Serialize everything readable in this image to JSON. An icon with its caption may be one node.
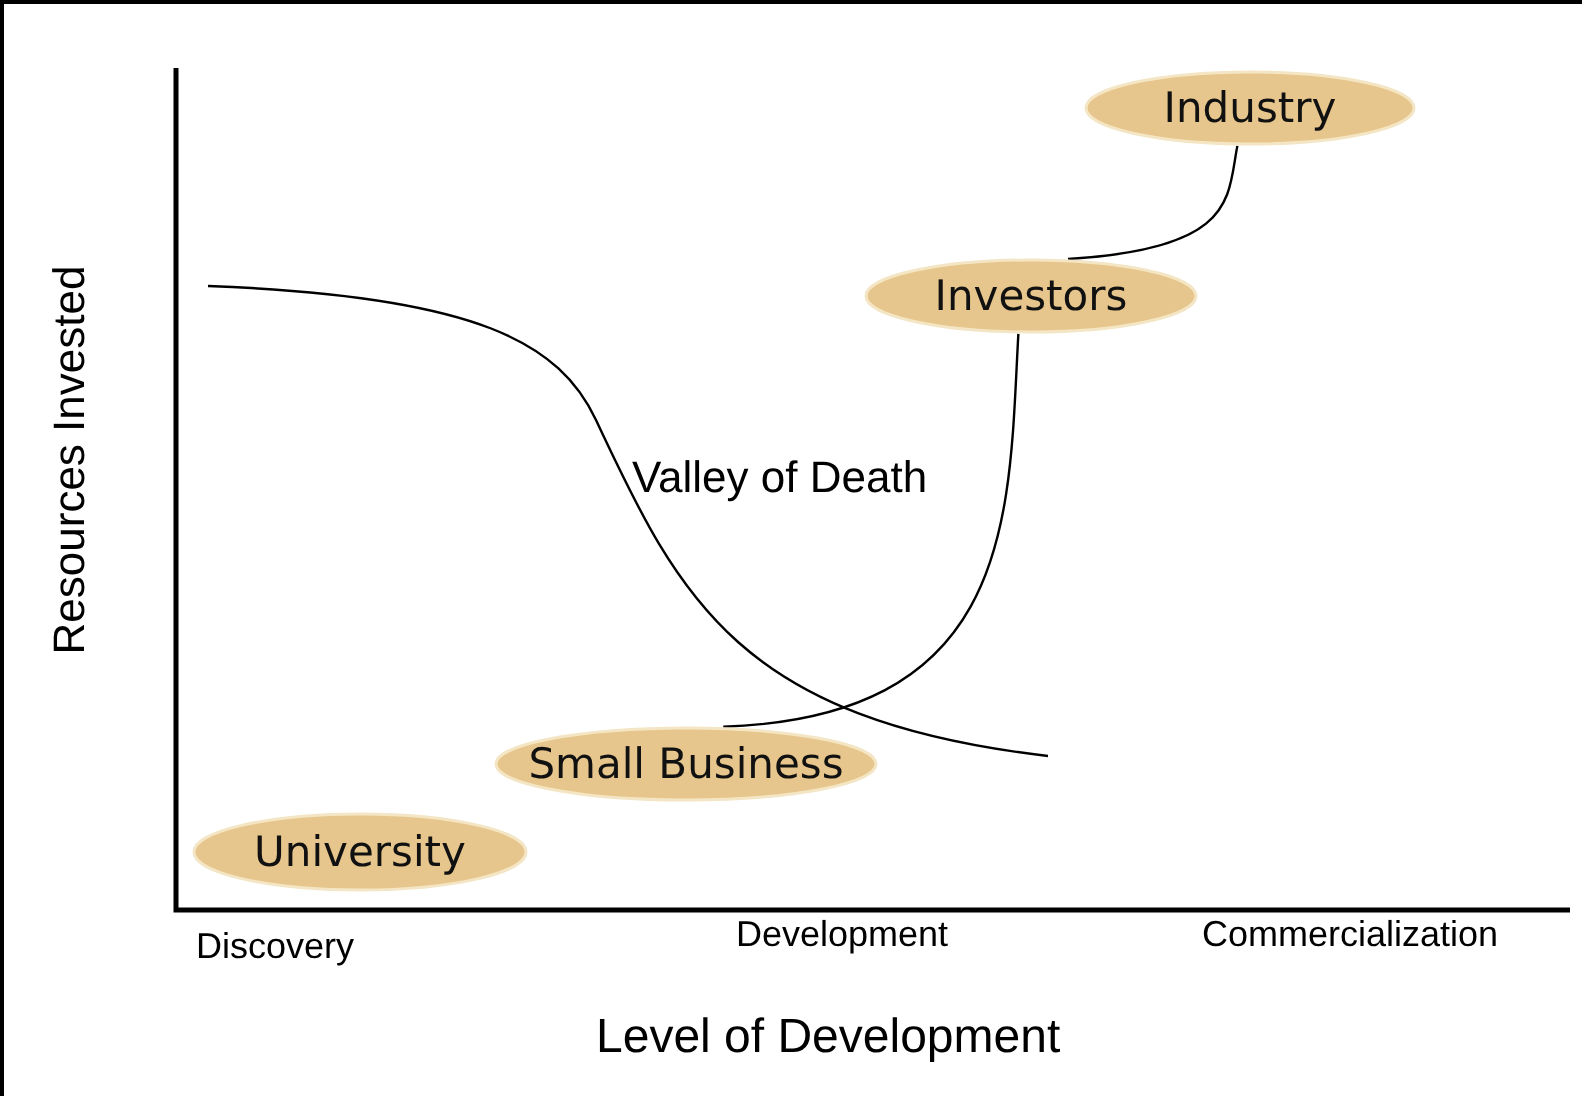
{
  "diagram": {
    "nodes": [
      {
        "text": [
          "Industry"
        ]
      },
      {
        "text": [
          "Investors"
        ]
      },
      {
        "text": [
          "Small Business"
        ]
      },
      {
        "text": [
          "University"
        ]
      }
    ],
    "edges": [
      {
        "from": 2,
        "to": 1,
        "arrow": "none"
      },
      {
        "from": 1,
        "to": 0,
        "arrow": "none"
      }
    ],
    "labels": [
      "Valley of Death",
      "Resources Invested",
      "Discovery",
      "Development",
      "Commercialization",
      "Level of Development"
    ]
  }
}
